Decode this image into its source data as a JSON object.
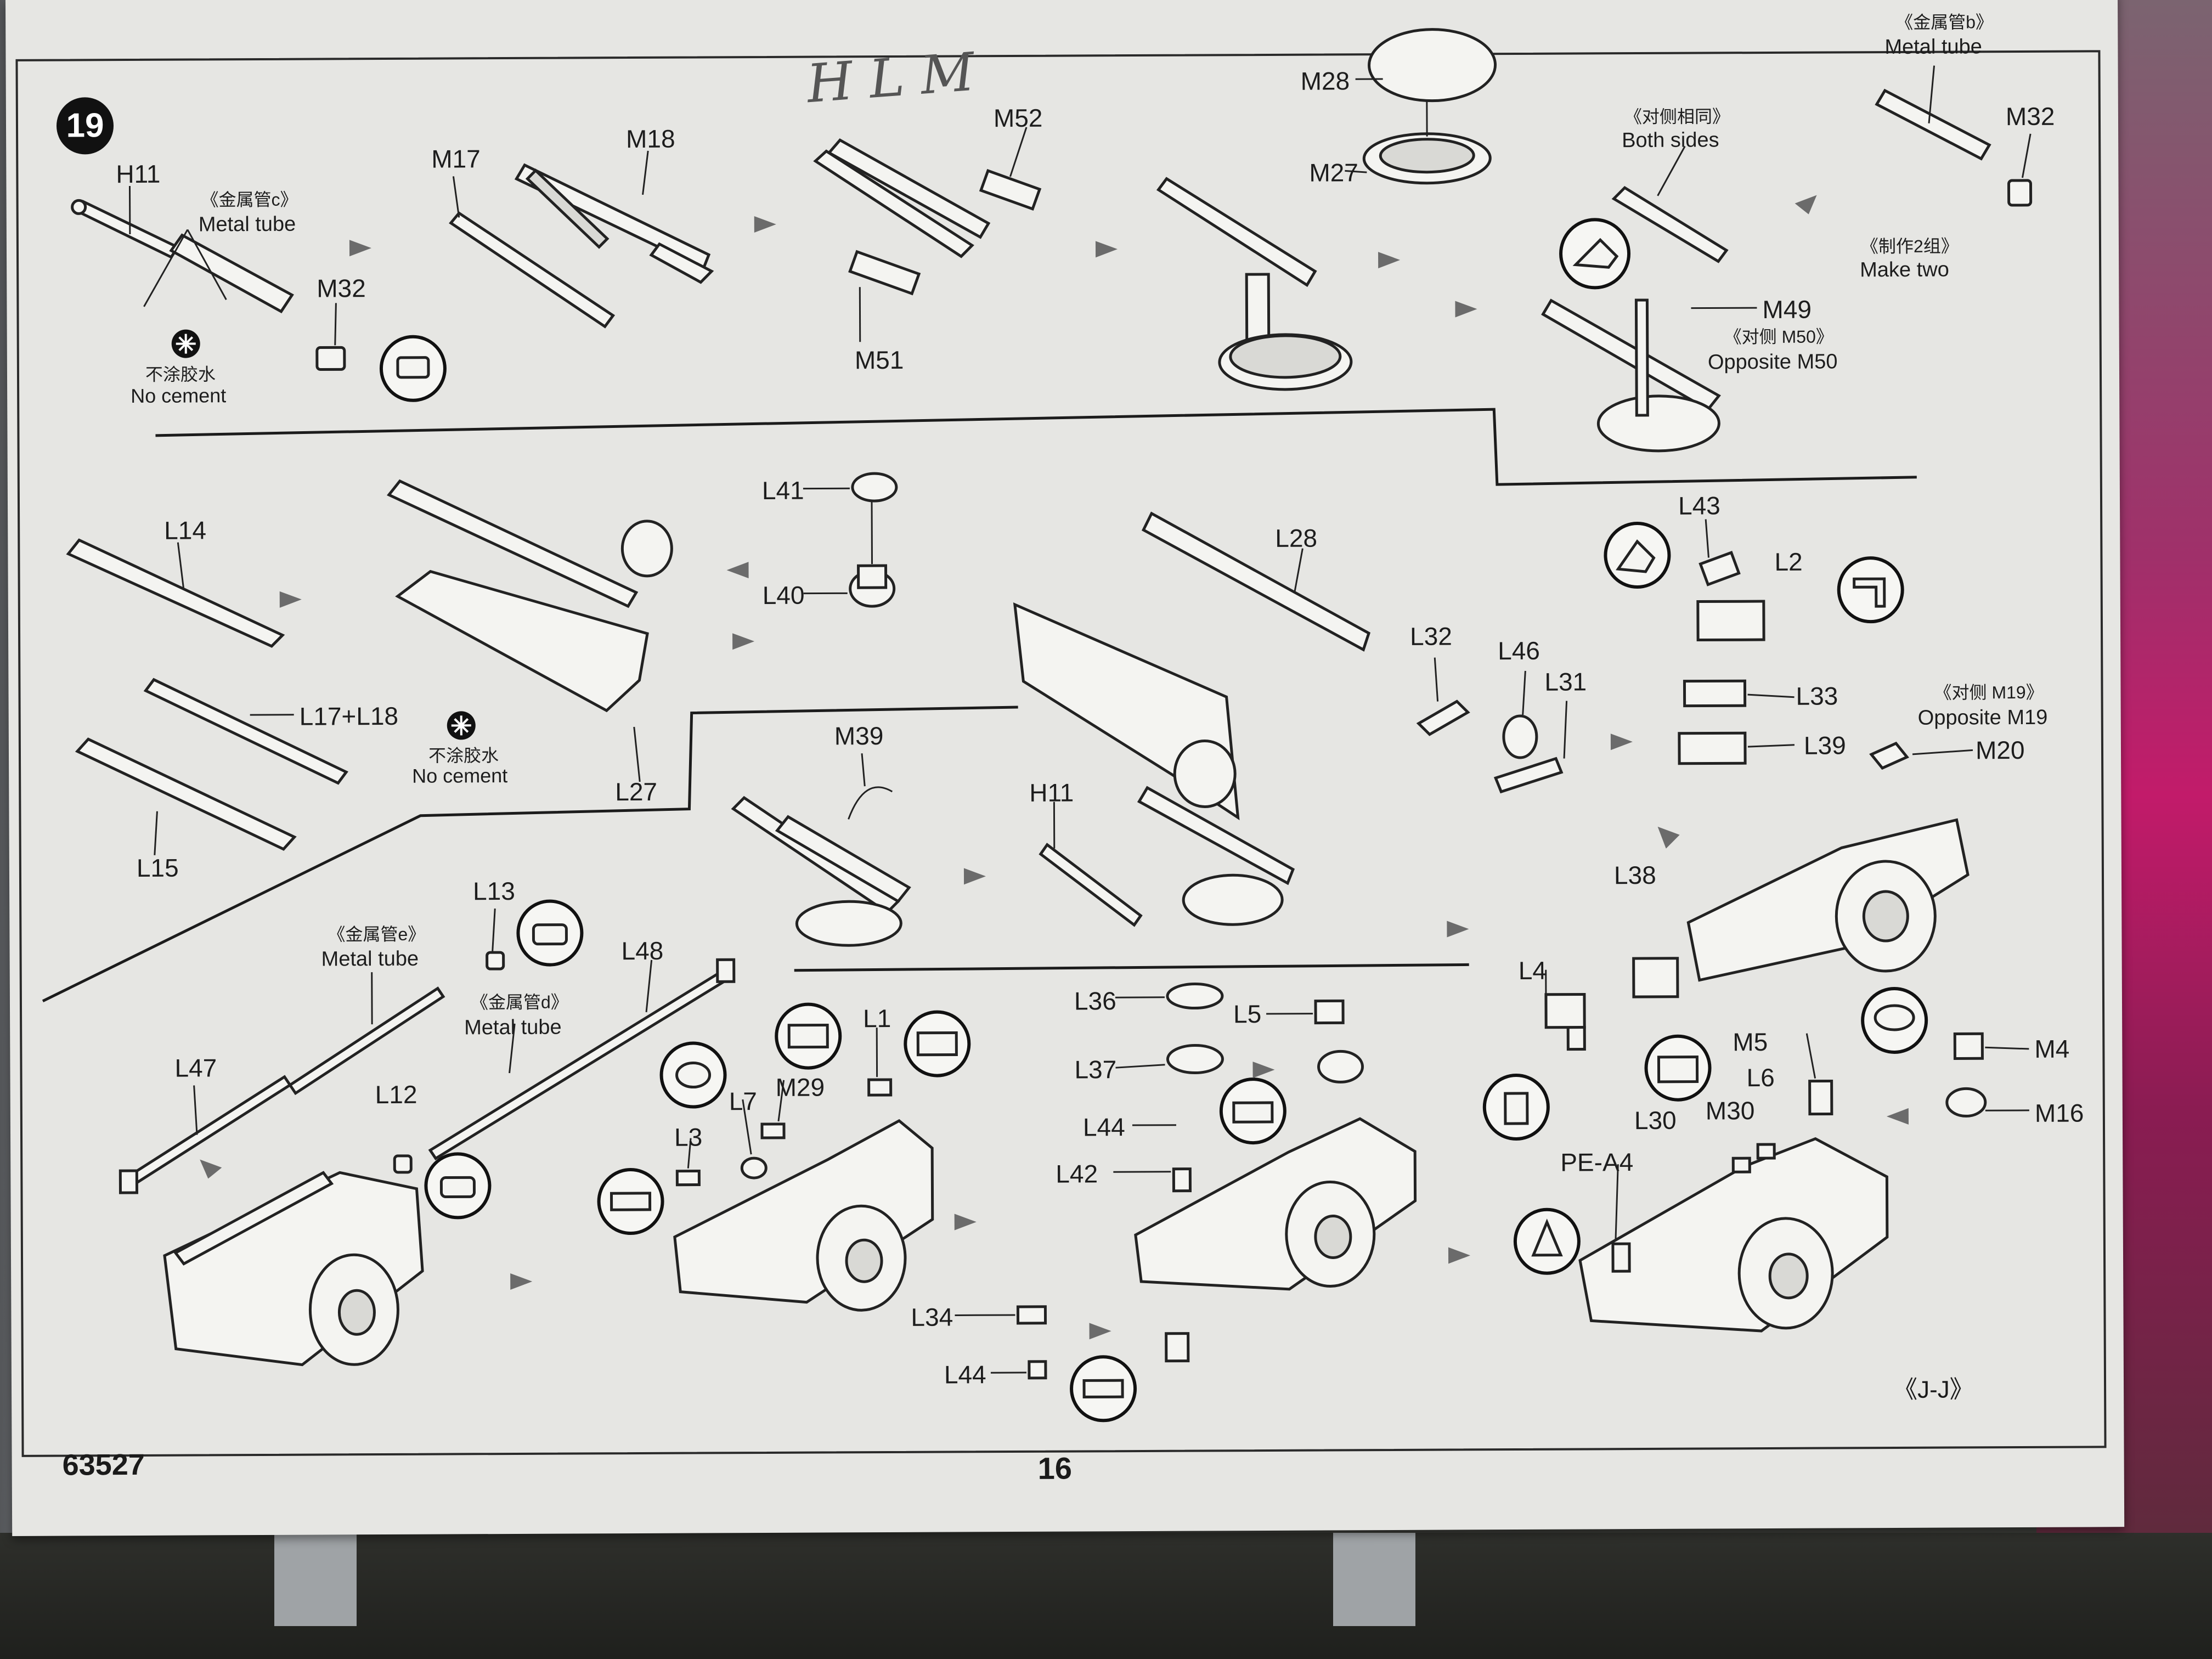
{
  "page": {
    "step_number": "19",
    "handwritten_note": "HLM",
    "product_code": "63527",
    "page_number": "16",
    "section_mark": "《J-J》"
  },
  "labels": {
    "H11_top": "H11",
    "metal_tube_c_cn": "《金属管c》",
    "metal_tube_c_en": "Metal tube",
    "M32_a": "M32",
    "no_cement_a_cn": "不涂胶水",
    "no_cement_a_en": "No cement",
    "M17": "M17",
    "M18": "M18",
    "M52": "M52",
    "M51": "M51",
    "M28": "M28",
    "M27": "M27",
    "both_sides_cn": "《对侧相同》",
    "both_sides_en": "Both sides",
    "metal_tube_b_cn": "《金属管b》",
    "metal_tube_b_en": "Metal tube",
    "M32_b": "M32",
    "make_two_cn": "《制作2组》",
    "make_two_en": "Make two",
    "M49": "M49",
    "opp_M50_cn": "《对侧 M50》",
    "opp_M50_en": "Opposite M50",
    "L14": "L14",
    "L17L18": "L17+L18",
    "L15": "L15",
    "no_cement_b_cn": "不涂胶水",
    "no_cement_b_en": "No cement",
    "L27": "L27",
    "L41": "L41",
    "L40": "L40",
    "L28": "L28",
    "L32": "L32",
    "L46": "L46",
    "L31": "L31",
    "L43": "L43",
    "L2": "L2",
    "L33": "L33",
    "L39": "L39",
    "opp_M19_cn": "《对侧 M19》",
    "opp_M19_en": "Opposite M19",
    "M20": "M20",
    "M39": "M39",
    "H11_mid": "H11",
    "L38": "L38",
    "L13": "L13",
    "metal_tube_e_cn": "《金属管e》",
    "metal_tube_e_en": "Metal tube",
    "L48": "L48",
    "metal_tube_d_cn": "《金属管d》",
    "metal_tube_d_en": "Metal tube",
    "L47": "L47",
    "L12": "L12",
    "L1": "L1",
    "M29": "M29",
    "L7": "L7",
    "L3": "L3",
    "L36": "L36",
    "L37": "L37",
    "L5": "L5",
    "L44_a": "L44",
    "L42": "L42",
    "L34": "L34",
    "L44_b": "L44",
    "L4": "L4",
    "M5": "M5",
    "L6": "L6",
    "M4": "M4",
    "M16": "M16",
    "M30": "M30",
    "L30": "L30",
    "PE_A4": "PE-A4"
  },
  "colors": {
    "paper": "#e6e6e3",
    "ink": "#1d1d1d",
    "arrow_gray": "#6b6b6b"
  }
}
